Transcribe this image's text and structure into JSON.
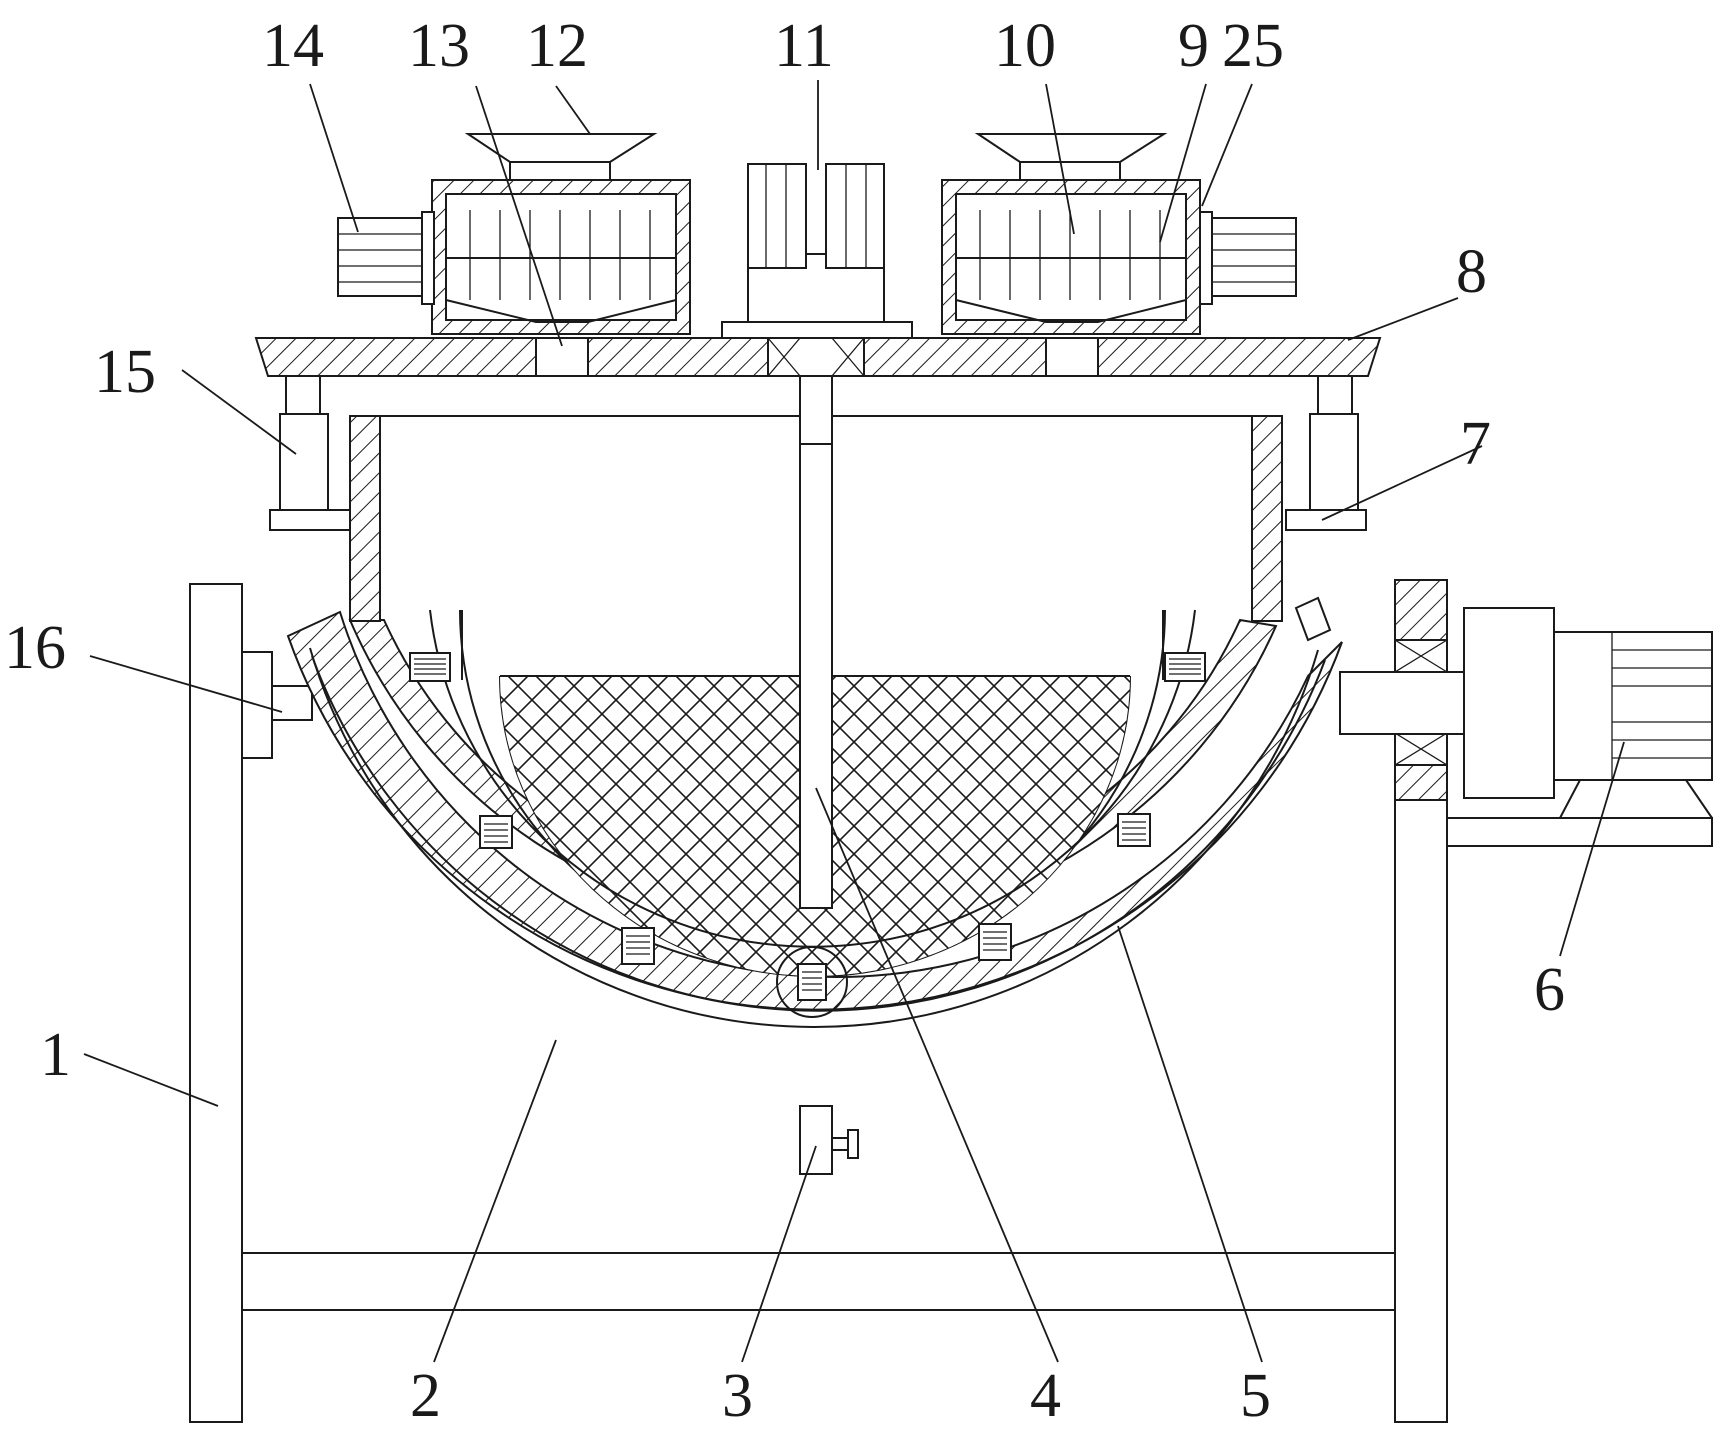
{
  "diagram": {
    "labels": [
      {
        "id": "1",
        "text": "1"
      },
      {
        "id": "2",
        "text": "2"
      },
      {
        "id": "3",
        "text": "3"
      },
      {
        "id": "4",
        "text": "4"
      },
      {
        "id": "5",
        "text": "5"
      },
      {
        "id": "6",
        "text": "6"
      },
      {
        "id": "7",
        "text": "7"
      },
      {
        "id": "8",
        "text": "8"
      },
      {
        "id": "9",
        "text": "9"
      },
      {
        "id": "10",
        "text": "10"
      },
      {
        "id": "11",
        "text": "11"
      },
      {
        "id": "12",
        "text": "12"
      },
      {
        "id": "13",
        "text": "13"
      },
      {
        "id": "14",
        "text": "14"
      },
      {
        "id": "15",
        "text": "15"
      },
      {
        "id": "16",
        "text": "16"
      },
      {
        "id": "25",
        "text": "25"
      }
    ]
  }
}
